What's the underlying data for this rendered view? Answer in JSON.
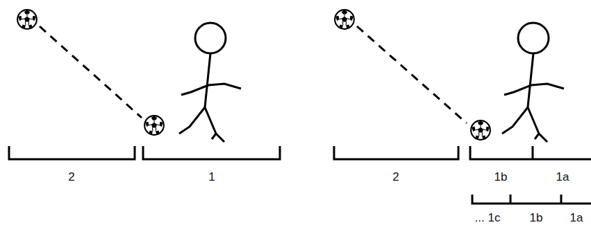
{
  "diagram": {
    "labels": [
      "2",
      "1",
      "2",
      "1b",
      "1a",
      "... 1c",
      "1b",
      "1a"
    ]
  }
}
